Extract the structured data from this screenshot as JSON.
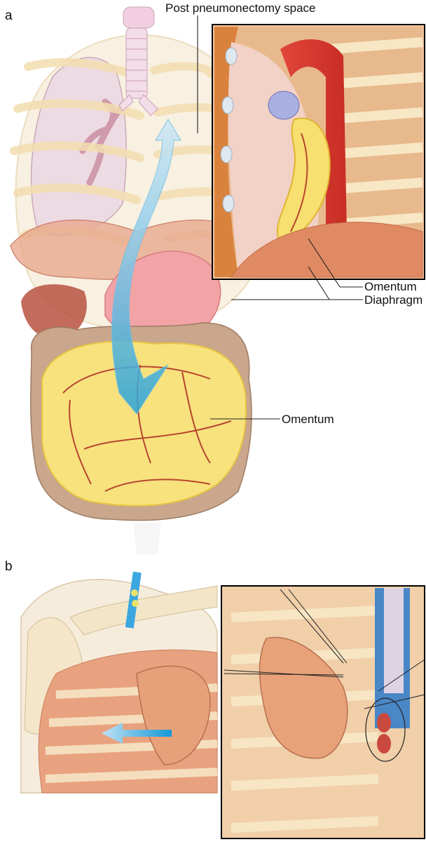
{
  "panel_a": {
    "letter": "a",
    "labels": {
      "post_pneumonectomy_space": "Post pneumonectomy space",
      "omentum_inset": "Omentum",
      "diaphragm": "Diaphragm",
      "omentum_main": "Omentum"
    }
  },
  "panel_b": {
    "letter": "b"
  }
}
